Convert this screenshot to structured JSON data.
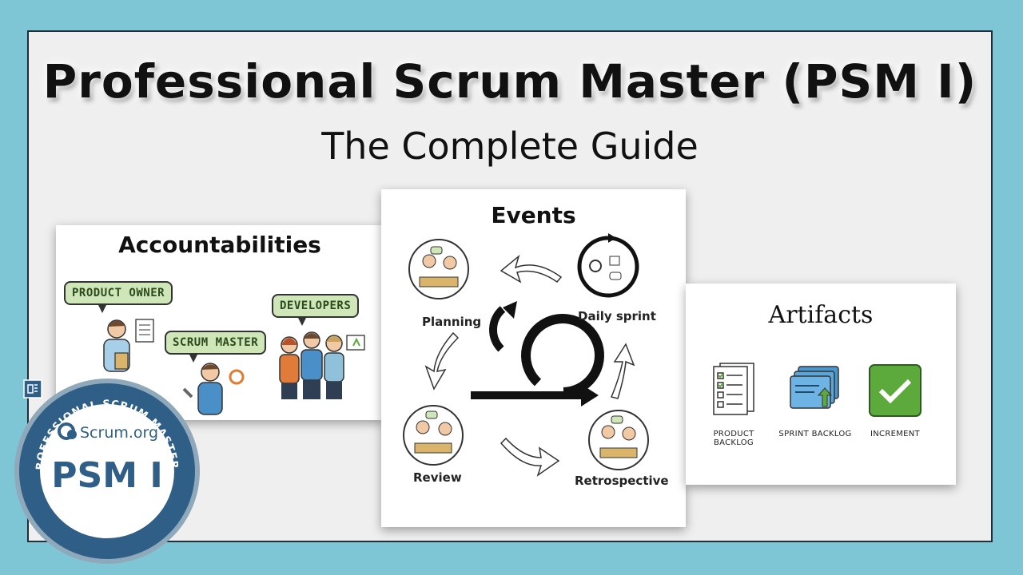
{
  "header": {
    "title": "Professional Scrum Master (PSM I)",
    "subtitle": "The Complete Guide"
  },
  "accountabilities": {
    "title": "Accountabilities",
    "roles": [
      "PRODUCT OWNER",
      "SCRUM MASTER",
      "DEVELOPERS"
    ]
  },
  "events": {
    "title": "Events",
    "items": [
      "Planning",
      "Daily sprint",
      "Review",
      "Retrospective"
    ]
  },
  "artifacts": {
    "title": "Artifacts",
    "items": [
      "PRODUCT BACKLOG",
      "SPRINT BACKLOG",
      "INCREMENT"
    ]
  },
  "badge": {
    "ring_text": "PROFESSIONAL SCRUM MASTER I",
    "brand": "Scrum.org",
    "level": "PSM I"
  },
  "colors": {
    "background": "#7ec5d6",
    "panel": "#efefef",
    "badge_blue": "#2f5f86",
    "tag_green": "#cfe6b8",
    "increment_green": "#5daa3c",
    "backlog_blue": "#4a97cf"
  }
}
